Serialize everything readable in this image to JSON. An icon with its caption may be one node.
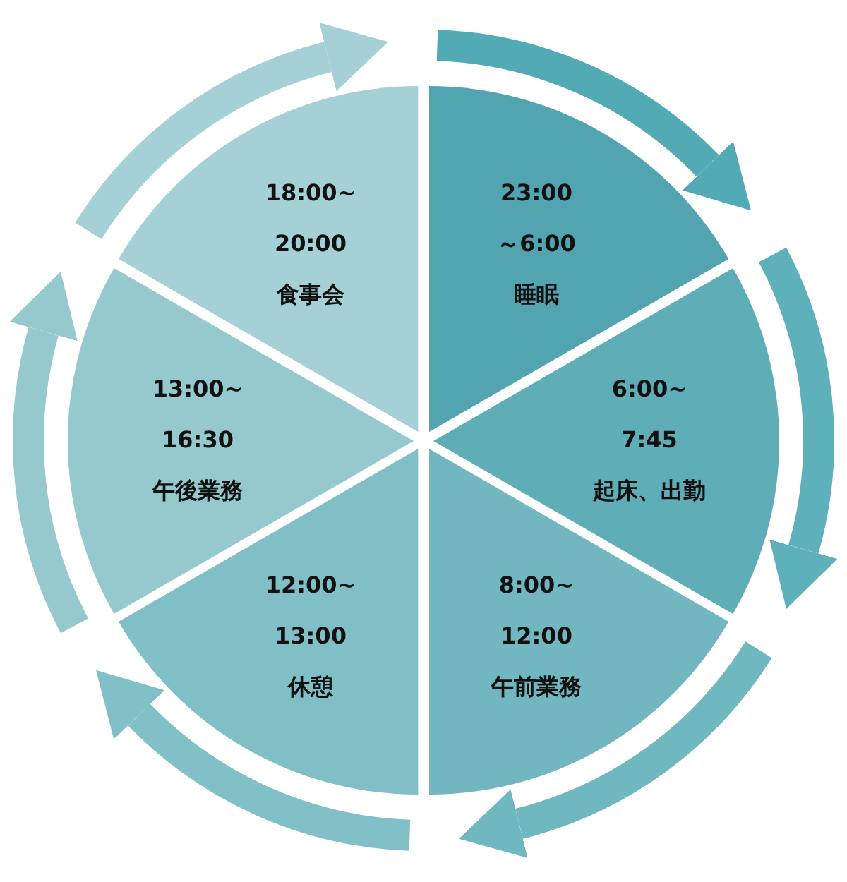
{
  "diagram": {
    "nodes": [
      {
        "text": [
          "23:00 ～6:00",
          "睡眠"
        ]
      },
      {
        "text": [
          "6:00~ 7:45",
          "起床、出勤"
        ]
      },
      {
        "text": [
          "8:00~ 12:00",
          "午前業務"
        ]
      },
      {
        "text": [
          "12:00~ 13:00",
          "休憩"
        ]
      },
      {
        "text": [
          "13:00~ 16:30",
          "午後業務"
        ]
      },
      {
        "text": [
          "18:00~ 20:00",
          "食事会"
        ]
      }
    ]
  }
}
